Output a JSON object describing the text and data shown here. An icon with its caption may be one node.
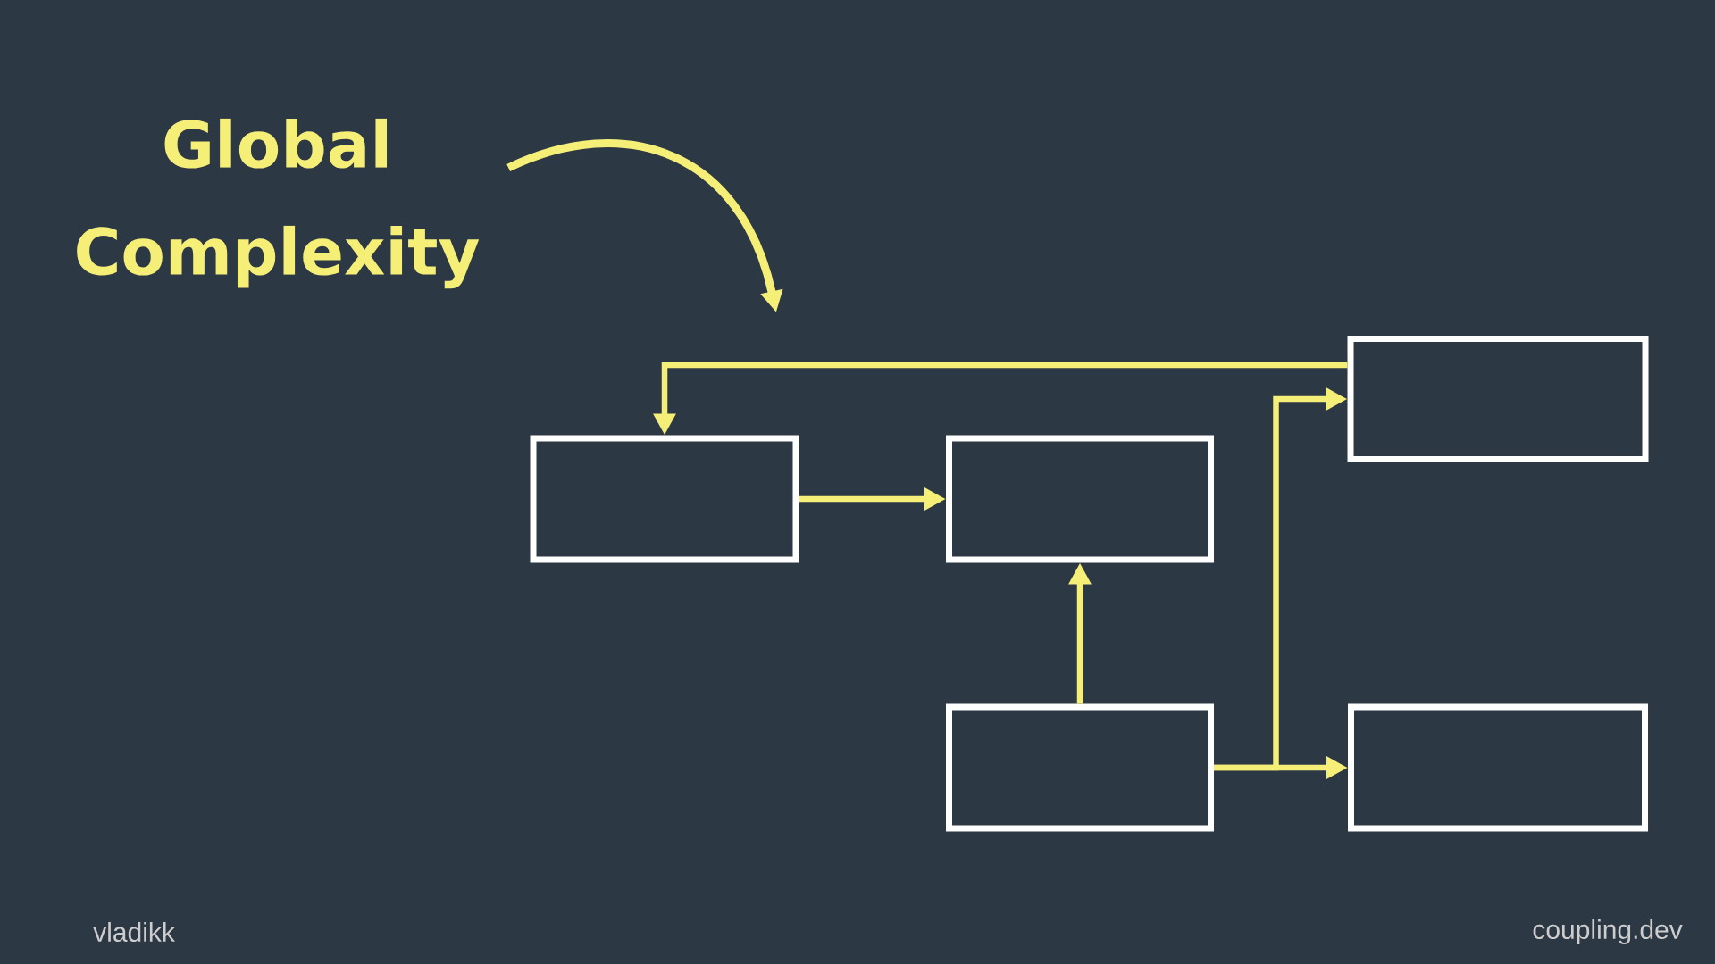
{
  "diagram": {
    "nodes": [
      {
        "text": [
          "Global Complexity"
        ]
      },
      {
        "text": [],
        "shape": "box"
      },
      {
        "text": [],
        "shape": "box"
      },
      {
        "text": [],
        "shape": "box"
      },
      {
        "text": [],
        "shape": "box"
      },
      {
        "text": [],
        "shape": "box"
      }
    ],
    "edges": [
      {
        "from": 0,
        "to": null,
        "arrow": "to"
      },
      {
        "from": 3,
        "to": 1,
        "arrow": "to"
      },
      {
        "from": 1,
        "to": 2,
        "arrow": "to"
      },
      {
        "from": 4,
        "to": 2,
        "arrow": "to"
      },
      {
        "from": 4,
        "to": 3,
        "arrow": "to"
      },
      {
        "from": 4,
        "to": 5,
        "arrow": "to"
      }
    ],
    "labels": [
      "vladikk",
      "coupling.dev"
    ]
  }
}
